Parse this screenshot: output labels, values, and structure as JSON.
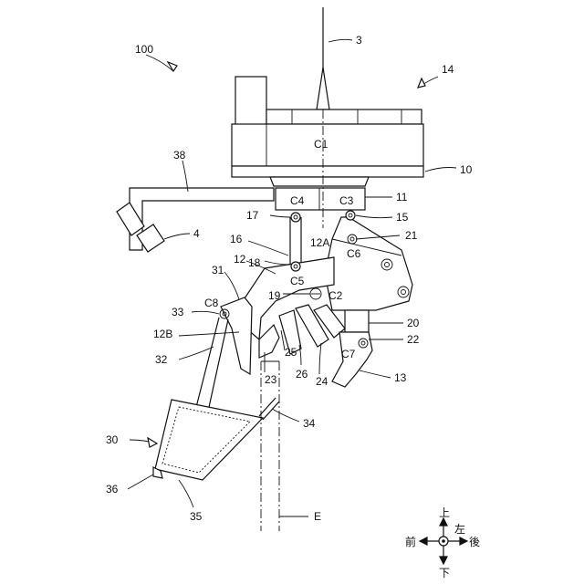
{
  "figure": {
    "labels": {
      "l100": "100",
      "l3": "3",
      "l14": "14",
      "l10": "10",
      "l38": "38",
      "l4": "4",
      "l11": "11",
      "l15": "15",
      "l17": "17",
      "l21": "21",
      "l16": "16",
      "l12": "12",
      "l12A": "12A",
      "l31": "31",
      "l18": "18",
      "l19": "19",
      "l33": "33",
      "l12B": "12B",
      "l32": "32",
      "l20": "20",
      "l22": "22",
      "l25": "25",
      "l23": "23",
      "l26": "26",
      "l24": "24",
      "l13": "13",
      "l34": "34",
      "l30": "30",
      "l36": "36",
      "l35": "35",
      "lE": "E",
      "C1": "C1",
      "C2": "C2",
      "C3": "C3",
      "C4": "C4",
      "C5": "C5",
      "C6": "C6",
      "C7": "C7",
      "C8": "C8"
    },
    "compass": {
      "up": "上",
      "down": "下",
      "front": "前",
      "back": "後",
      "left": "左"
    }
  }
}
